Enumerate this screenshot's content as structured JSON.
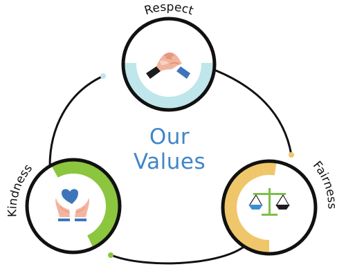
{
  "title": {
    "line1": "Our",
    "line2": "Values"
  },
  "values": [
    {
      "label": "Respect",
      "icon": "handshake-icon",
      "accent_color": "#bfe6ea"
    },
    {
      "label": "Fairness",
      "icon": "balance-scale-icon",
      "accent_color": "#efc76a"
    },
    {
      "label": "Kindness",
      "icon": "heart-in-hands-icon",
      "accent_color": "#8cc63f"
    }
  ],
  "colors": {
    "title": "#3f86c8",
    "outline": "#111111",
    "respect_dot": "#bfe6ea",
    "fairness_dot": "#efc76a",
    "kindness_dot": "#8cc63f"
  }
}
